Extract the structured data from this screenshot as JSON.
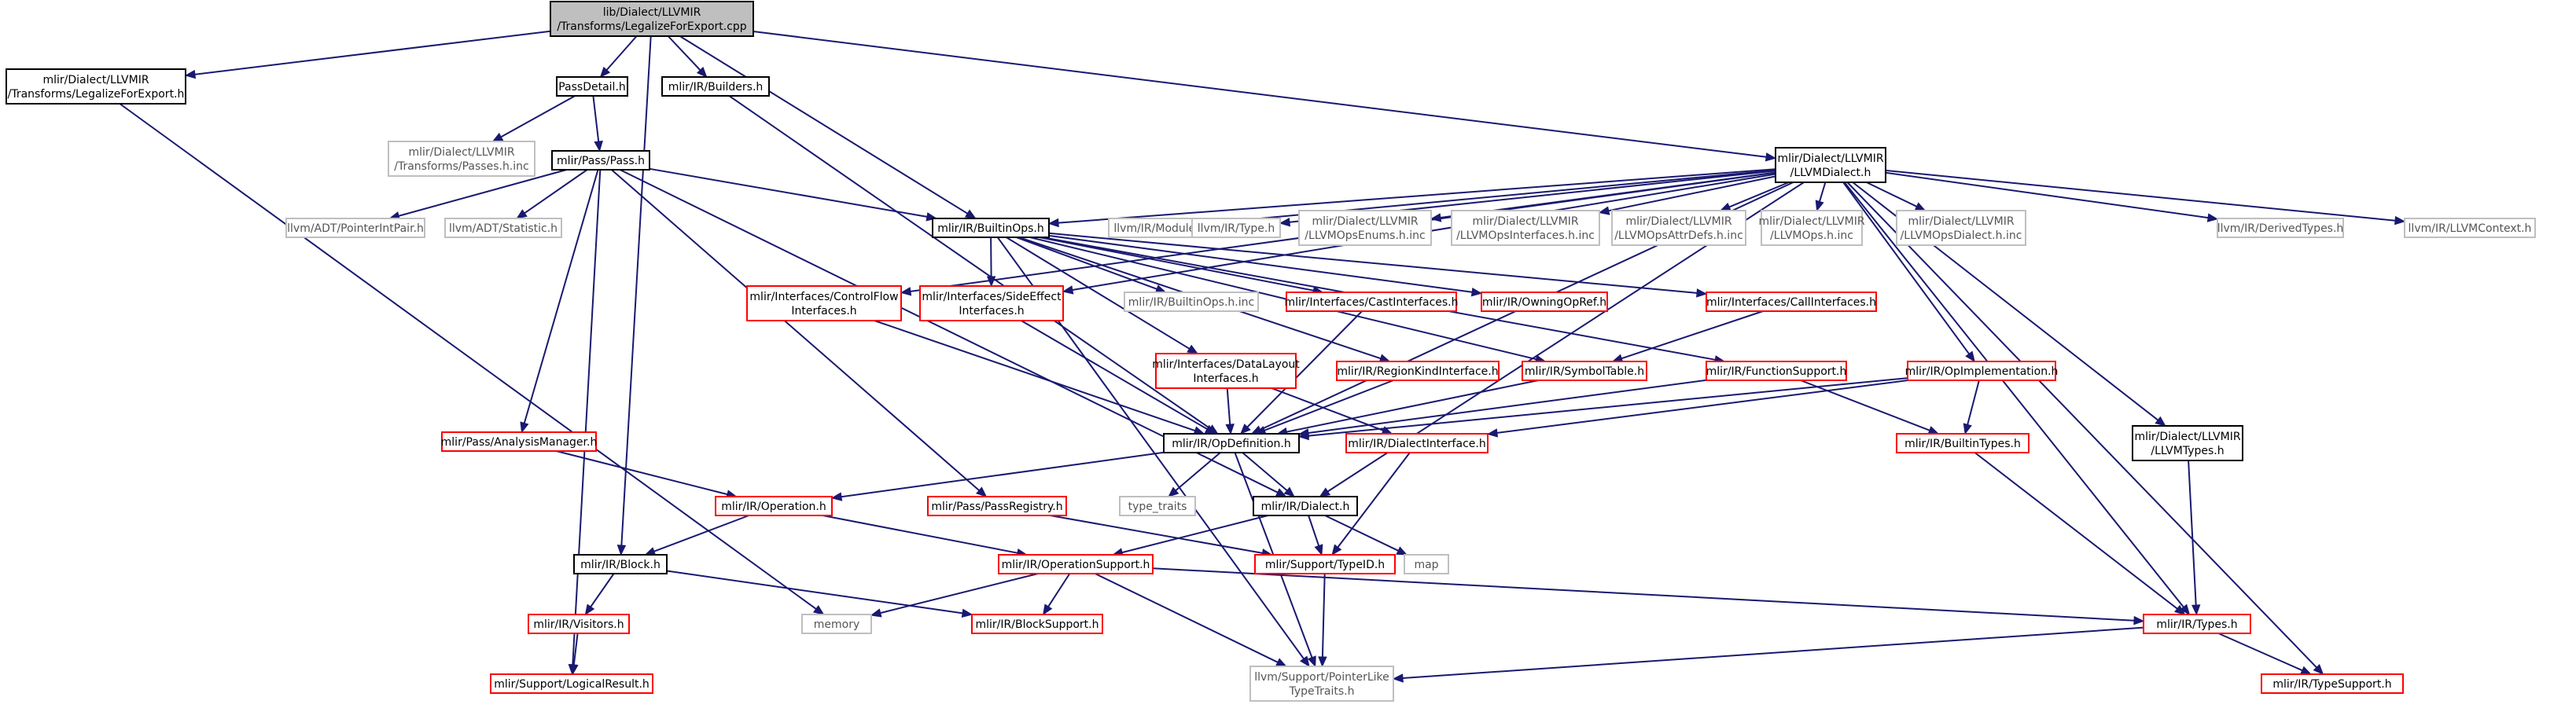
{
  "graph": {
    "colors": {
      "edge": "#191970",
      "root_fill": "#bfbfbf",
      "local_border": "#000000",
      "missing_border": "#bfbfbf",
      "external_border": "#ff0000",
      "external_text": "#000000"
    },
    "nodes": [
      {
        "id": "root",
        "kind": "root",
        "lines": [
          "lib/Dialect/LLVMIR",
          "/Transforms/LegalizeForExport.cpp"
        ]
      },
      {
        "id": "legalize_h",
        "kind": "local",
        "lines": [
          "mlir/Dialect/LLVMIR",
          "/Transforms/LegalizeForExport.h"
        ]
      },
      {
        "id": "passdetail",
        "kind": "local",
        "lines": [
          "PassDetail.h"
        ]
      },
      {
        "id": "builders",
        "kind": "local",
        "lines": [
          "mlir/IR/Builders.h"
        ]
      },
      {
        "id": "llvmdialect",
        "kind": "local",
        "lines": [
          "mlir/Dialect/LLVMIR",
          "/LLVMDialect.h"
        ]
      },
      {
        "id": "passes_inc",
        "kind": "missing",
        "lines": [
          "mlir/Dialect/LLVMIR",
          "/Transforms/Passes.h.inc"
        ]
      },
      {
        "id": "pass",
        "kind": "local",
        "lines": [
          "mlir/Pass/Pass.h"
        ]
      },
      {
        "id": "ptrintpair",
        "kind": "missing",
        "lines": [
          "llvm/ADT/PointerIntPair.h"
        ]
      },
      {
        "id": "statistic",
        "kind": "missing",
        "lines": [
          "llvm/ADT/Statistic.h"
        ]
      },
      {
        "id": "builtinops",
        "kind": "local",
        "lines": [
          "mlir/IR/BuiltinOps.h"
        ]
      },
      {
        "id": "module",
        "kind": "missing",
        "lines": [
          "llvm/IR/Module.h"
        ]
      },
      {
        "id": "type",
        "kind": "missing",
        "lines": [
          "llvm/IR/Type.h"
        ]
      },
      {
        "id": "opsenums",
        "kind": "missing",
        "lines": [
          "mlir/Dialect/LLVMIR",
          "/LLVMOpsEnums.h.inc"
        ]
      },
      {
        "id": "opsinterfaces",
        "kind": "missing",
        "lines": [
          "mlir/Dialect/LLVMIR",
          "/LLVMOpsInterfaces.h.inc"
        ]
      },
      {
        "id": "opsattrdefs",
        "kind": "missing",
        "lines": [
          "mlir/Dialect/LLVMIR",
          "/LLVMOpsAttrDefs.h.inc"
        ]
      },
      {
        "id": "llvmops",
        "kind": "missing",
        "lines": [
          "mlir/Dialect/LLVMIR",
          "/LLVMOps.h.inc"
        ]
      },
      {
        "id": "opsdialect",
        "kind": "missing",
        "lines": [
          "mlir/Dialect/LLVMIR",
          "/LLVMOpsDialect.h.inc"
        ]
      },
      {
        "id": "derivedtypes",
        "kind": "missing",
        "lines": [
          "llvm/IR/DerivedTypes.h"
        ]
      },
      {
        "id": "llvmcontext",
        "kind": "missing",
        "lines": [
          "llvm/IR/LLVMContext.h"
        ]
      },
      {
        "id": "controlflow",
        "kind": "external",
        "lines": [
          "mlir/Interfaces/ControlFlow",
          "Interfaces.h"
        ]
      },
      {
        "id": "sideeffect",
        "kind": "external",
        "lines": [
          "mlir/Interfaces/SideEffect",
          "Interfaces.h"
        ]
      },
      {
        "id": "builtinops_inc",
        "kind": "missing",
        "lines": [
          "mlir/IR/BuiltinOps.h.inc"
        ]
      },
      {
        "id": "castinterfaces",
        "kind": "external",
        "lines": [
          "mlir/Interfaces/CastInterfaces.h"
        ]
      },
      {
        "id": "owningopref",
        "kind": "external",
        "lines": [
          "mlir/IR/OwningOpRef.h"
        ]
      },
      {
        "id": "callinterfaces",
        "kind": "external",
        "lines": [
          "mlir/Interfaces/CallInterfaces.h"
        ]
      },
      {
        "id": "datalayout",
        "kind": "external",
        "lines": [
          "mlir/Interfaces/DataLayout",
          "Interfaces.h"
        ]
      },
      {
        "id": "regionkind",
        "kind": "external",
        "lines": [
          "mlir/IR/RegionKindInterface.h"
        ]
      },
      {
        "id": "symboltable",
        "kind": "external",
        "lines": [
          "mlir/IR/SymbolTable.h"
        ]
      },
      {
        "id": "functionsupport",
        "kind": "external",
        "lines": [
          "mlir/IR/FunctionSupport.h"
        ]
      },
      {
        "id": "opimpl",
        "kind": "external",
        "lines": [
          "mlir/IR/OpImplementation.h"
        ]
      },
      {
        "id": "llvmtypes",
        "kind": "local",
        "lines": [
          "mlir/Dialect/LLVMIR",
          "/LLVMTypes.h"
        ]
      },
      {
        "id": "analysismanager",
        "kind": "external",
        "lines": [
          "mlir/Pass/AnalysisManager.h"
        ]
      },
      {
        "id": "opdefinition",
        "kind": "local",
        "lines": [
          "mlir/IR/OpDefinition.h"
        ]
      },
      {
        "id": "dialectinterface",
        "kind": "external",
        "lines": [
          "mlir/IR/DialectInterface.h"
        ]
      },
      {
        "id": "builtintypes",
        "kind": "external",
        "lines": [
          "mlir/IR/BuiltinTypes.h"
        ]
      },
      {
        "id": "operation",
        "kind": "external",
        "lines": [
          "mlir/IR/Operation.h"
        ]
      },
      {
        "id": "passregistry",
        "kind": "external",
        "lines": [
          "mlir/Pass/PassRegistry.h"
        ]
      },
      {
        "id": "type_traits",
        "kind": "missing",
        "lines": [
          "type_traits"
        ]
      },
      {
        "id": "dialect",
        "kind": "local",
        "lines": [
          "mlir/IR/Dialect.h"
        ]
      },
      {
        "id": "block",
        "kind": "local",
        "lines": [
          "mlir/IR/Block.h"
        ]
      },
      {
        "id": "opsupport",
        "kind": "external",
        "lines": [
          "mlir/IR/OperationSupport.h"
        ]
      },
      {
        "id": "typeid",
        "kind": "external",
        "lines": [
          "mlir/Support/TypeID.h"
        ]
      },
      {
        "id": "map",
        "kind": "missing",
        "lines": [
          "map"
        ]
      },
      {
        "id": "visitors",
        "kind": "external",
        "lines": [
          "mlir/IR/Visitors.h"
        ]
      },
      {
        "id": "memory",
        "kind": "missing",
        "lines": [
          "memory"
        ]
      },
      {
        "id": "blocksupport",
        "kind": "external",
        "lines": [
          "mlir/IR/BlockSupport.h"
        ]
      },
      {
        "id": "types",
        "kind": "external",
        "lines": [
          "mlir/IR/Types.h"
        ]
      },
      {
        "id": "logicalresult",
        "kind": "external",
        "lines": [
          "mlir/Support/LogicalResult.h"
        ]
      },
      {
        "id": "ptrliketraits",
        "kind": "missing",
        "lines": [
          "llvm/Support/PointerLike",
          "TypeTraits.h"
        ]
      },
      {
        "id": "typesupport",
        "kind": "external",
        "lines": [
          "mlir/IR/TypeSupport.h"
        ]
      }
    ]
  }
}
